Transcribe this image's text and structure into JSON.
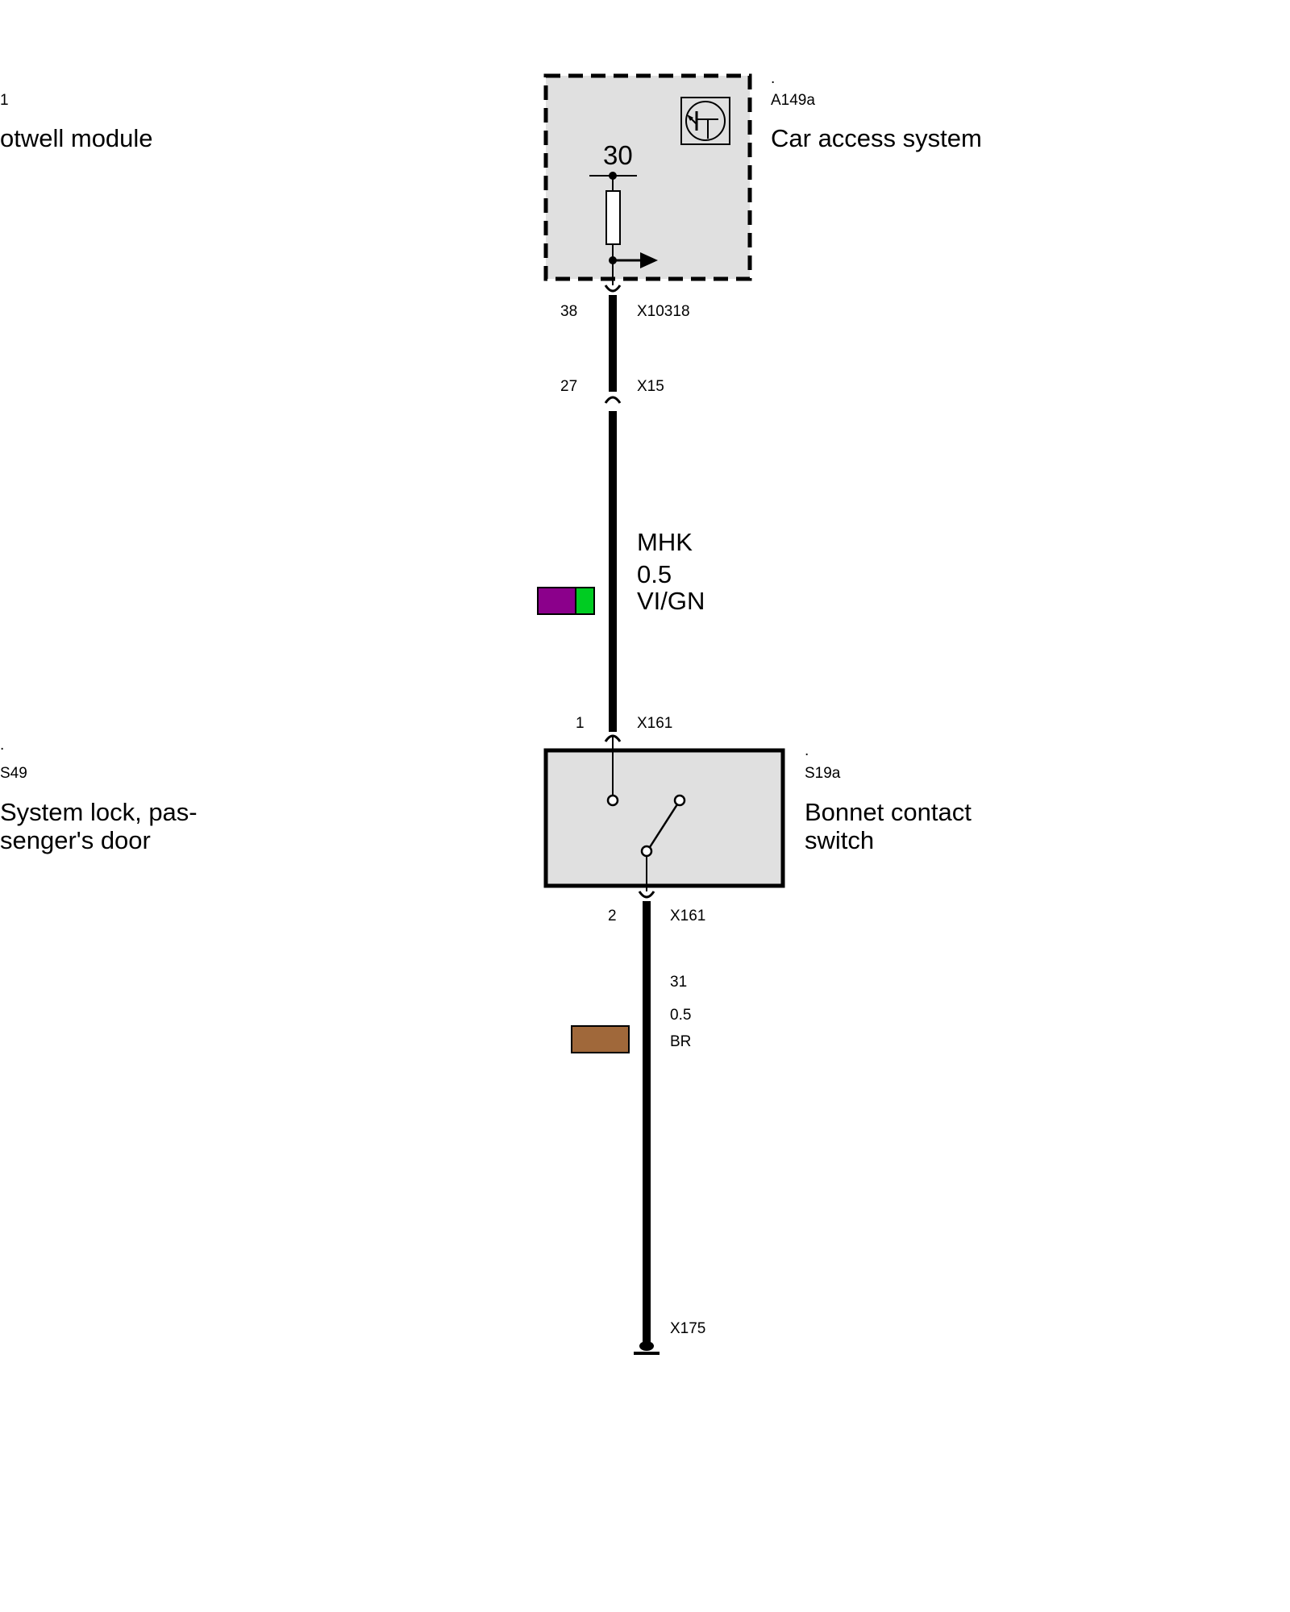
{
  "components": {
    "footwell_module": {
      "code": "1",
      "name": "otwell module"
    },
    "car_access_system": {
      "dot": ".",
      "code": "A149a",
      "name": "Car access system",
      "terminal": "30"
    },
    "system_lock": {
      "dot": ".",
      "code": "S49",
      "name_line1": "System lock, pas-",
      "name_line2": "senger's door"
    },
    "bonnet_switch": {
      "dot": ".",
      "code": "S19a",
      "name_line1": "Bonnet contact",
      "name_line2": "switch"
    }
  },
  "connectors": {
    "x10318": {
      "pin": "38",
      "name": "X10318"
    },
    "x15": {
      "pin": "27",
      "name": "X15"
    },
    "x161_in": {
      "pin": "1",
      "name": "X161"
    },
    "x161_out": {
      "pin": "2",
      "name": "X161"
    },
    "x175": {
      "name": "X175"
    }
  },
  "wires": {
    "upper": {
      "name": "MHK",
      "cross_section": "0.5",
      "color_code": "VI/GN",
      "swatch_colors": [
        "#8b008b",
        "#00cc22"
      ]
    },
    "lower": {
      "name": "31",
      "cross_section": "0.5",
      "color_code": "BR",
      "swatch_colors": [
        "#a0683a"
      ]
    }
  }
}
